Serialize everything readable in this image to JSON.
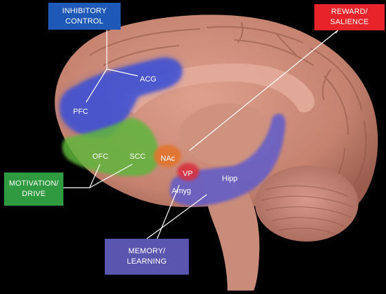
{
  "colors": {
    "background": "#000000",
    "brain": "#c98b7a",
    "inhibitory": "#1f59b8",
    "reward": "#e8232a",
    "motivation": "#2f9a3f",
    "memory": "#5a56b0",
    "region_blue": "#3b4fd6",
    "region_green": "#5fb63c",
    "region_orange": "#e2742e",
    "region_red": "#d8333f",
    "region_purple": "#5e5ccc"
  },
  "labels": {
    "inhibitory": [
      "INHIBITORY",
      "CONTROL"
    ],
    "reward": [
      "REWARD/",
      "SALIENCE"
    ],
    "motivation": [
      "MOTIVATION/",
      "DRIVE"
    ],
    "memory": [
      "MEMORY/",
      "LEARNING"
    ]
  },
  "regions": {
    "acg": "ACG",
    "pfc": "PFC",
    "ofc": "OFC",
    "scc": "SCC",
    "nac": "NAc",
    "vp": "VP",
    "hipp": "Hipp",
    "amyg": "Amyg"
  }
}
